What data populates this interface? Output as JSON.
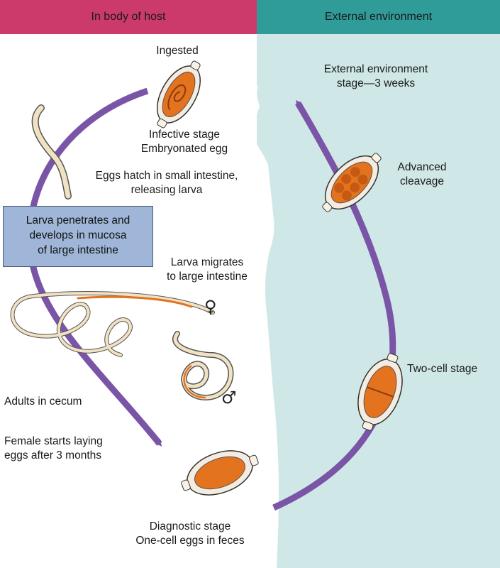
{
  "headers": {
    "left": "In body of host",
    "right": "External environment"
  },
  "colors": {
    "host_header": "#cc3a6c",
    "env_header": "#2f9c9a",
    "env_background": "#cfe8e7",
    "body_silhouette": "#ffffff",
    "arrow": "#7a54a6",
    "highlight_box": "#9fb6d8",
    "egg_contents": "#e4731f",
    "worm": "#f0e2c2"
  },
  "labels": {
    "ingested": "Ingested",
    "infective_stage": "Infective stage\nEmbryonated egg",
    "eggs_hatch": "Eggs hatch in small intestine,\nreleasing larva",
    "larva_penetrates": "Larva penetrates and\ndevelops in mucosa\nof large intestine",
    "larva_migrates": "Larva migrates\nto large intestine",
    "adults_in_cecum": "Adults in cecum",
    "female_laying": "Female starts laying\neggs after 3 months",
    "diagnostic_stage": "Diagnostic stage\nOne-cell eggs in feces",
    "external_stage": "External environment\nstage—3 weeks",
    "advanced_cleavage": "Advanced\ncleavage",
    "two_cell_stage": "Two-cell stage"
  },
  "symbols": {
    "female": "♀",
    "male": "♂"
  }
}
